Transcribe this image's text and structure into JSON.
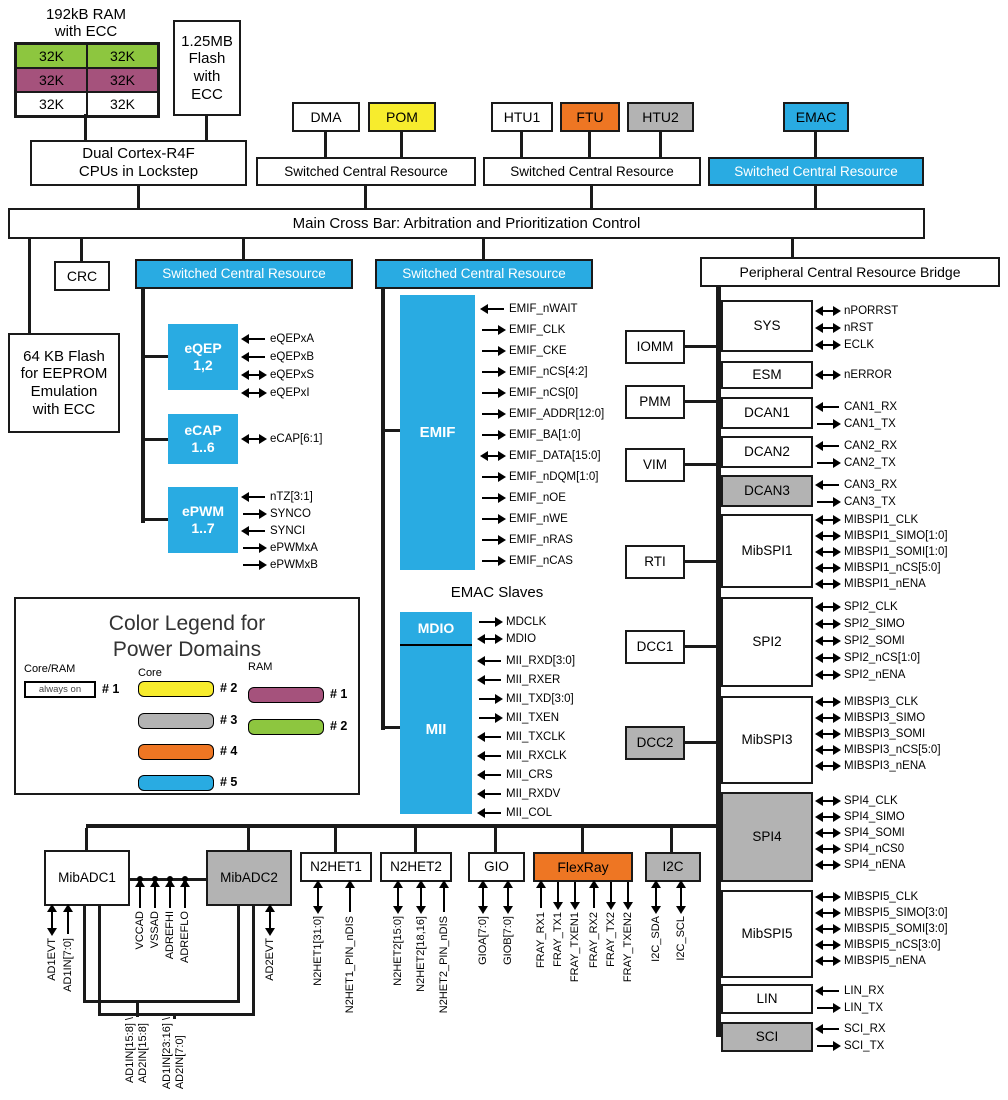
{
  "colors": {
    "cyan": "#29ABE2",
    "yellow": "#F7EC2D",
    "orange": "#EE7623",
    "gray": "#B3B3B3",
    "green": "#8DC63F",
    "purple": "#A5527C"
  },
  "memory": {
    "ram_title": "192kB RAM\nwith ECC",
    "ram_cells": [
      "32K",
      "32K",
      "32K",
      "32K",
      "32K",
      "32K"
    ],
    "flash": "1.25MB\nFlash\nwith\nECC",
    "cpu": "Dual Cortex-R4F\nCPUs in Lockstep",
    "eeprom": "64 KB Flash\nfor EEPROM\nEmulation\nwith ECC"
  },
  "crossbar": "Main Cross Bar: Arbitration and Prioritization Control",
  "scr": "Switched Central Resource",
  "bridge": "Peripheral Central Resource Bridge",
  "masters": {
    "dma": "DMA",
    "pom": "POM",
    "htu1": "HTU1",
    "ftu": "FTU",
    "htu2": "HTU2",
    "emac": "EMAC",
    "crc": "CRC"
  },
  "modules": {
    "eqep": {
      "label": "eQEP\n1,2",
      "signals": [
        {
          "n": "eQEPxA",
          "d": "in"
        },
        {
          "n": "eQEPxB",
          "d": "in"
        },
        {
          "n": "eQEPxS",
          "d": "bi"
        },
        {
          "n": "eQEPxI",
          "d": "bi"
        }
      ]
    },
    "ecap": {
      "label": "eCAP\n1..6",
      "signals": [
        {
          "n": "eCAP[6:1]",
          "d": "bi"
        }
      ]
    },
    "epwm": {
      "label": "ePWM\n1..7",
      "signals": [
        {
          "n": "nTZ[3:1]",
          "d": "in"
        },
        {
          "n": "SYNCO",
          "d": "out"
        },
        {
          "n": "SYNCI",
          "d": "in"
        },
        {
          "n": "ePWMxA",
          "d": "out"
        },
        {
          "n": "ePWMxB",
          "d": "out"
        }
      ]
    },
    "emif": {
      "label": "EMIF",
      "signals": [
        {
          "n": "EMIF_nWAIT",
          "d": "in"
        },
        {
          "n": "EMIF_CLK",
          "d": "out"
        },
        {
          "n": "EMIF_CKE",
          "d": "out"
        },
        {
          "n": "EMIF_nCS[4:2]",
          "d": "out"
        },
        {
          "n": "EMIF_nCS[0]",
          "d": "out"
        },
        {
          "n": "EMIF_ADDR[12:0]",
          "d": "out"
        },
        {
          "n": "EMIF_BA[1:0]",
          "d": "out"
        },
        {
          "n": "EMIF_DATA[15:0]",
          "d": "bi"
        },
        {
          "n": "EMIF_nDQM[1:0]",
          "d": "out"
        },
        {
          "n": "EMIF_nOE",
          "d": "out"
        },
        {
          "n": "EMIF_nWE",
          "d": "out"
        },
        {
          "n": "EMIF_nRAS",
          "d": "out"
        },
        {
          "n": "EMIF_nCAS",
          "d": "out"
        }
      ]
    },
    "emac_slaves_title": "EMAC Slaves",
    "mdio": {
      "label": "MDIO",
      "signals": [
        {
          "n": "MDCLK",
          "d": "out"
        },
        {
          "n": "MDIO",
          "d": "bi"
        }
      ]
    },
    "mii": {
      "label": "MII",
      "signals": [
        {
          "n": "MII_RXD[3:0]",
          "d": "in"
        },
        {
          "n": "MII_RXER",
          "d": "in"
        },
        {
          "n": "MII_TXD[3:0]",
          "d": "out"
        },
        {
          "n": "MII_TXEN",
          "d": "out"
        },
        {
          "n": "MII_TXCLK",
          "d": "in"
        },
        {
          "n": "MII_RXCLK",
          "d": "in"
        },
        {
          "n": "MII_CRS",
          "d": "in"
        },
        {
          "n": "MII_RXDV",
          "d": "in"
        },
        {
          "n": "MII_COL",
          "d": "in"
        }
      ]
    }
  },
  "legend": {
    "title": "Color Legend for\nPower Domains",
    "core_ram": "Core/RAM",
    "core": "Core",
    "ram": "RAM",
    "always_on": "always on",
    "always_on_num": "# 1",
    "core_rows": [
      {
        "num": "# 2"
      },
      {
        "num": "# 3"
      },
      {
        "num": "# 4"
      },
      {
        "num": "# 5"
      }
    ],
    "ram_rows": [
      {
        "num": "# 1"
      },
      {
        "num": "# 2"
      }
    ]
  },
  "periph_left": [
    "IOMM",
    "PMM",
    "VIM",
    "RTI",
    "DCC1",
    "DCC2"
  ],
  "periph_right": [
    {
      "label": "SYS",
      "signals": [
        {
          "n": "nPORRST",
          "d": "bi"
        },
        {
          "n": "nRST",
          "d": "bi"
        },
        {
          "n": "ECLK",
          "d": "bi"
        }
      ]
    },
    {
      "label": "ESM",
      "signals": [
        {
          "n": "nERROR",
          "d": "bi"
        }
      ]
    },
    {
      "label": "DCAN1",
      "signals": [
        {
          "n": "CAN1_RX",
          "d": "in"
        },
        {
          "n": "CAN1_TX",
          "d": "out"
        }
      ]
    },
    {
      "label": "DCAN2",
      "signals": [
        {
          "n": "CAN2_RX",
          "d": "in"
        },
        {
          "n": "CAN2_TX",
          "d": "out"
        }
      ]
    },
    {
      "label": "DCAN3",
      "signals": [
        {
          "n": "CAN3_RX",
          "d": "in"
        },
        {
          "n": "CAN3_TX",
          "d": "out"
        }
      ]
    },
    {
      "label": "MibSPI1",
      "signals": [
        {
          "n": "MIBSPI1_CLK",
          "d": "bi"
        },
        {
          "n": "MIBSPI1_SIMO[1:0]",
          "d": "bi"
        },
        {
          "n": "MIBSPI1_SOMI[1:0]",
          "d": "bi"
        },
        {
          "n": "MIBSPI1_nCS[5:0]",
          "d": "bi"
        },
        {
          "n": "MIBSPI1_nENA",
          "d": "bi"
        }
      ]
    },
    {
      "label": "SPI2",
      "signals": [
        {
          "n": "SPI2_CLK",
          "d": "bi"
        },
        {
          "n": "SPI2_SIMO",
          "d": "bi"
        },
        {
          "n": "SPI2_SOMI",
          "d": "bi"
        },
        {
          "n": "SPI2_nCS[1:0]",
          "d": "bi"
        },
        {
          "n": "SPI2_nENA",
          "d": "bi"
        }
      ]
    },
    {
      "label": "MibSPI3",
      "signals": [
        {
          "n": "MIBSPI3_CLK",
          "d": "bi"
        },
        {
          "n": "MIBSPI3_SIMO",
          "d": "bi"
        },
        {
          "n": "MIBSPI3_SOMI",
          "d": "bi"
        },
        {
          "n": "MIBSPI3_nCS[5:0]",
          "d": "bi"
        },
        {
          "n": "MIBSPI3_nENA",
          "d": "bi"
        }
      ]
    },
    {
      "label": "SPI4",
      "signals": [
        {
          "n": "SPI4_CLK",
          "d": "bi"
        },
        {
          "n": "SPI4_SIMO",
          "d": "bi"
        },
        {
          "n": "SPI4_SOMI",
          "d": "bi"
        },
        {
          "n": "SPI4_nCS0",
          "d": "bi"
        },
        {
          "n": "SPI4_nENA",
          "d": "bi"
        }
      ]
    },
    {
      "label": "MibSPI5",
      "signals": [
        {
          "n": "MIBSPI5_CLK",
          "d": "bi"
        },
        {
          "n": "MIBSPI5_SIMO[3:0]",
          "d": "bi"
        },
        {
          "n": "MIBSPI5_SOMI[3:0]",
          "d": "bi"
        },
        {
          "n": "MIBSPI5_nCS[3:0]",
          "d": "bi"
        },
        {
          "n": "MIBSPI5_nENA",
          "d": "bi"
        }
      ]
    },
    {
      "label": "LIN",
      "signals": [
        {
          "n": "LIN_RX",
          "d": "in"
        },
        {
          "n": "LIN_TX",
          "d": "out"
        }
      ]
    },
    {
      "label": "SCI",
      "signals": [
        {
          "n": "SCI_RX",
          "d": "in"
        },
        {
          "n": "SCI_TX",
          "d": "out"
        }
      ]
    }
  ],
  "bottom": {
    "adc1": {
      "label": "MibADC1",
      "signals": [
        {
          "n": "AD1EVT",
          "d": "bi"
        },
        {
          "n": "AD1IN[7:0]",
          "d": "in"
        }
      ]
    },
    "adc2": {
      "label": "MibADC2",
      "signals": [
        {
          "n": "AD2EVT",
          "d": "bi"
        }
      ]
    },
    "adc_shared_top": [
      {
        "n": "VCCAD",
        "d": "in"
      },
      {
        "n": "VSSAD",
        "d": "in"
      },
      {
        "n": "ADREFHI",
        "d": "in"
      },
      {
        "n": "ADREFLO",
        "d": "in"
      }
    ],
    "adc_shared_low": [
      {
        "n": "AD1IN[15:8] \\\nAD2IN[15:8]",
        "d": "in"
      },
      {
        "n": "AD1IN[23:16] \\\nAD2IN[7:0]",
        "d": "in"
      }
    ],
    "n2het1": {
      "label": "N2HET1",
      "signals": [
        {
          "n": "N2HET1[31:0]",
          "d": "bi"
        },
        {
          "n": "N2HET1_PIN_nDIS",
          "d": "in"
        }
      ]
    },
    "n2het2": {
      "label": "N2HET2",
      "signals": [
        {
          "n": "N2HET2[15:0]",
          "d": "bi"
        },
        {
          "n": "N2HET2[18,16]",
          "d": "bi"
        },
        {
          "n": "N2HET2_PIN_nDIS",
          "d": "in"
        }
      ]
    },
    "gio": {
      "label": "GIO",
      "signals": [
        {
          "n": "GIOA[7:0]",
          "d": "bi"
        },
        {
          "n": "GIOB[7:0]",
          "d": "bi"
        }
      ]
    },
    "flexray": {
      "label": "FlexRay",
      "signals": [
        {
          "n": "FRAY_RX1",
          "d": "in"
        },
        {
          "n": "FRAY_TX1",
          "d": "out"
        },
        {
          "n": "FRAY_TXEN1",
          "d": "out"
        },
        {
          "n": "FRAY_RX2",
          "d": "in"
        },
        {
          "n": "FRAY_TX2",
          "d": "out"
        },
        {
          "n": "FRAY_TXEN2",
          "d": "out"
        }
      ]
    },
    "i2c": {
      "label": "I2C",
      "signals": [
        {
          "n": "I2C_SDA",
          "d": "bi"
        },
        {
          "n": "I2C_SCL",
          "d": "bi"
        }
      ]
    }
  }
}
